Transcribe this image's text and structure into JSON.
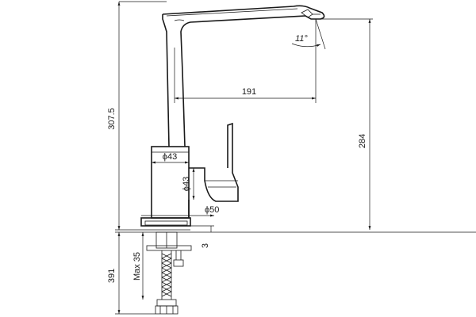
{
  "dimensions": {
    "overall_height": "307.5",
    "spout_height": "284",
    "spout_reach": "191",
    "spout_angle": "11°",
    "body_diameter": "ϕ43",
    "handle_diameter": "ϕ43",
    "base_diameter": "ϕ50",
    "base_thickness": "3",
    "max_counter": "Max 35",
    "hose_length": "391"
  }
}
